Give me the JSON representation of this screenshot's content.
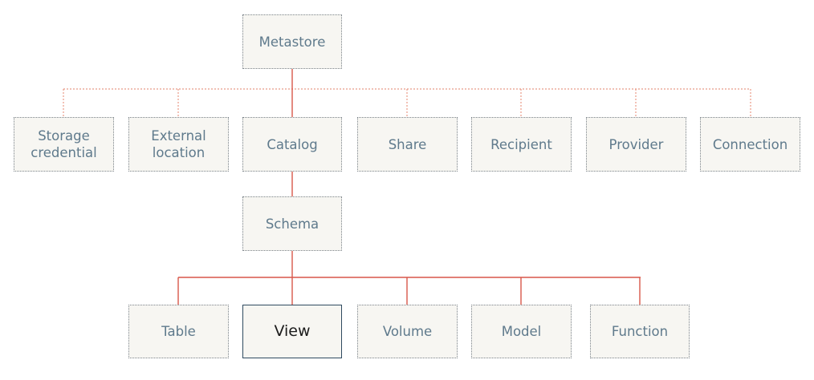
{
  "colors": {
    "solid_connector": "#d9574a",
    "dotted_connector": "#e89a86",
    "node_fill": "#f7f6f2",
    "node_border": "#7a8289",
    "node_text": "#5f7a8c",
    "selected_border": "#2f4a60",
    "selected_text": "#1b1b1b"
  },
  "diagram": {
    "root": {
      "label": "Metastore"
    },
    "top_level": [
      {
        "label": "Storage\ncredential"
      },
      {
        "label": "External\nlocation"
      },
      {
        "label": "Catalog"
      },
      {
        "label": "Share"
      },
      {
        "label": "Recipient"
      },
      {
        "label": "Provider"
      },
      {
        "label": "Connection"
      }
    ],
    "schema": {
      "label": "Schema"
    },
    "schema_children": [
      {
        "label": "Table"
      },
      {
        "label": "View",
        "selected": true
      },
      {
        "label": "Volume"
      },
      {
        "label": "Model"
      },
      {
        "label": "Function"
      }
    ]
  }
}
